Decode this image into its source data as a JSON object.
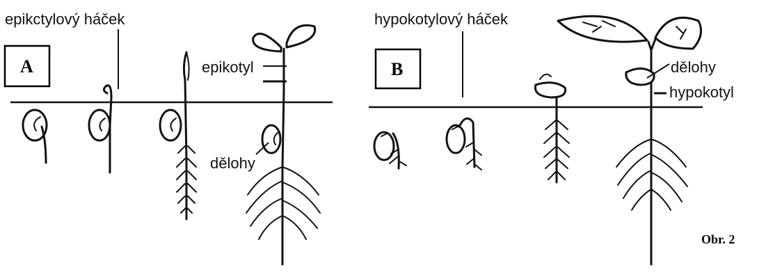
{
  "panel_a": {
    "letter": "A",
    "label_hook": "epikctylový háček",
    "label_epicotyl": "epikotyl",
    "label_cotyledons": "dělohy"
  },
  "panel_b": {
    "letter": "B",
    "label_hook": "hypokotylový háček",
    "label_cotyledons": "dělohy",
    "label_hypocotyl": "hypokotyl"
  },
  "figure_caption": "Obr. 2"
}
